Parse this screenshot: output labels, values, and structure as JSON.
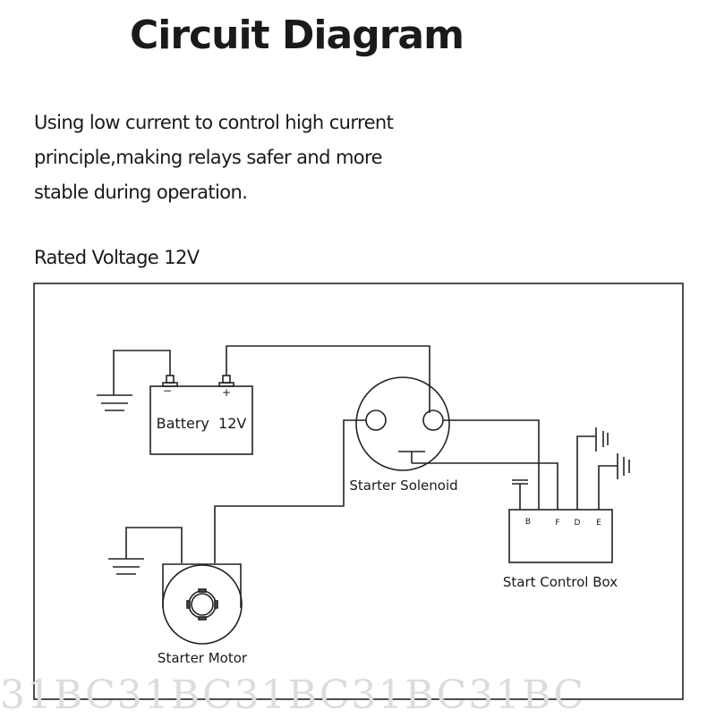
{
  "header": {
    "title": "Circuit Diagram",
    "description_lines": [
      "Using low current to control high current",
      "principle,making relays safer and more",
      "stable during operation."
    ],
    "rated_voltage": "Rated Voltage 12V"
  },
  "diagram": {
    "components": {
      "battery": {
        "label": "Battery  12V",
        "negative_symbol": "−",
        "positive_symbol": "+"
      },
      "solenoid": {
        "label": "Starter Solenoid"
      },
      "motor": {
        "label": "Starter Motor"
      },
      "control_box": {
        "label": "Start Control Box",
        "terminals": [
          "B",
          "F",
          "D",
          "E"
        ]
      }
    },
    "icons": [
      "ground-icon",
      "battery-icon",
      "solenoid-icon",
      "motor-icon",
      "control-box-icon",
      "capacitor-icon"
    ]
  },
  "watermark": "31BC31BC31BC31BC31BC"
}
